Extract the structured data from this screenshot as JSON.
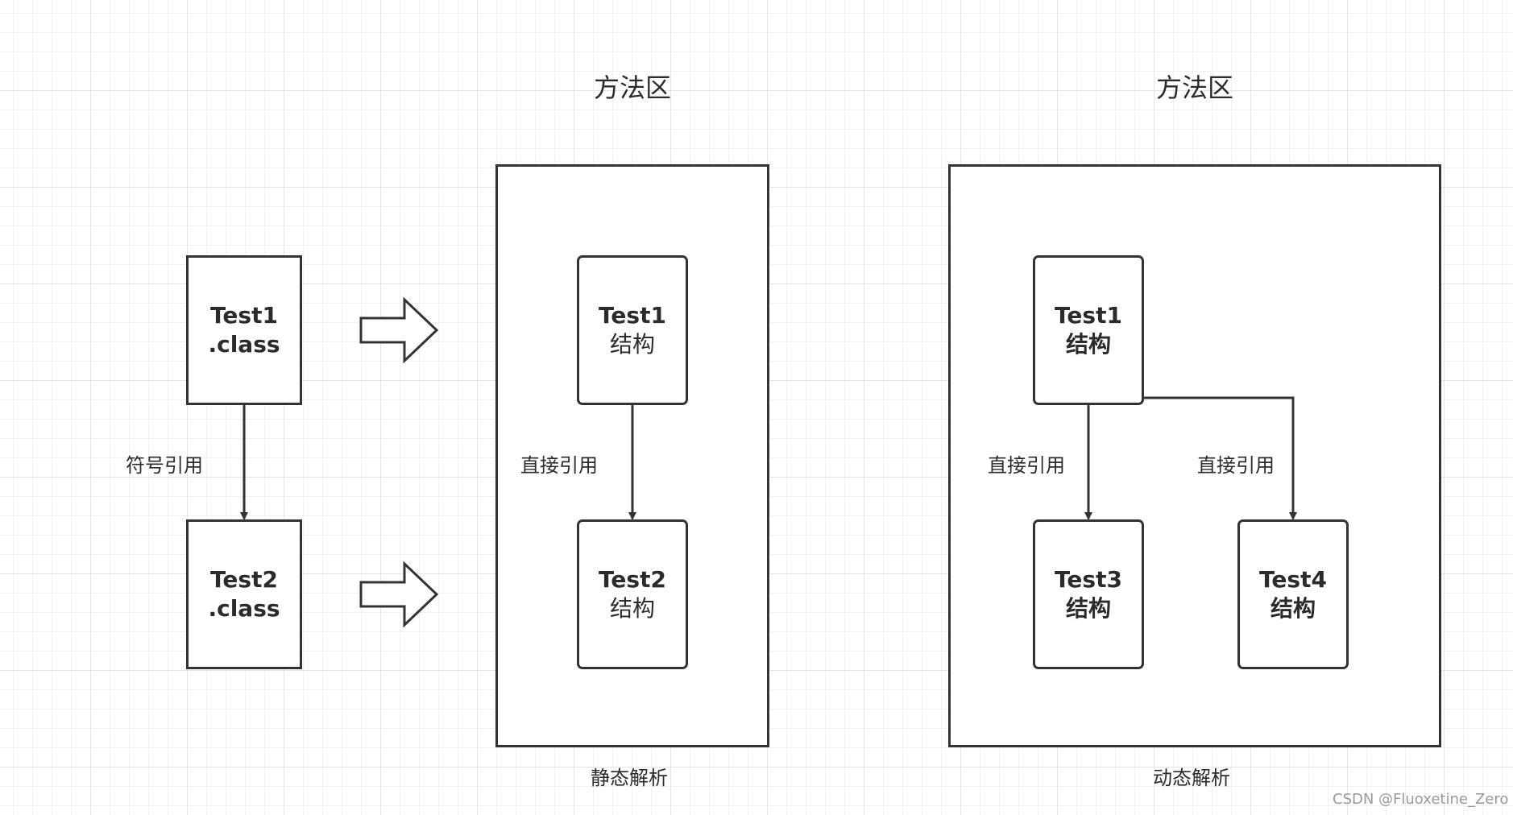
{
  "left_group": {
    "box1": {
      "line1": "Test1",
      "line2": ".class"
    },
    "box2": {
      "line1": "Test2",
      "line2": ".class"
    },
    "edge_label": "符号引用"
  },
  "static_area": {
    "title": "方法区",
    "caption": "静态解析",
    "box1": {
      "line1": "Test1",
      "line2": "结构"
    },
    "box2": {
      "line1": "Test2",
      "line2": "结构"
    },
    "edge_label": "直接引用"
  },
  "dynamic_area": {
    "title": "方法区",
    "caption": "动态解析",
    "box1": {
      "line1": "Test1",
      "line2": "结构"
    },
    "box3": {
      "line1": "Test3",
      "line2": "结构"
    },
    "box4": {
      "line1": "Test4",
      "line2": "结构"
    },
    "edge_label_left": "直接引用",
    "edge_label_right": "直接引用"
  },
  "watermark": "CSDN @Fluoxetine_Zero"
}
